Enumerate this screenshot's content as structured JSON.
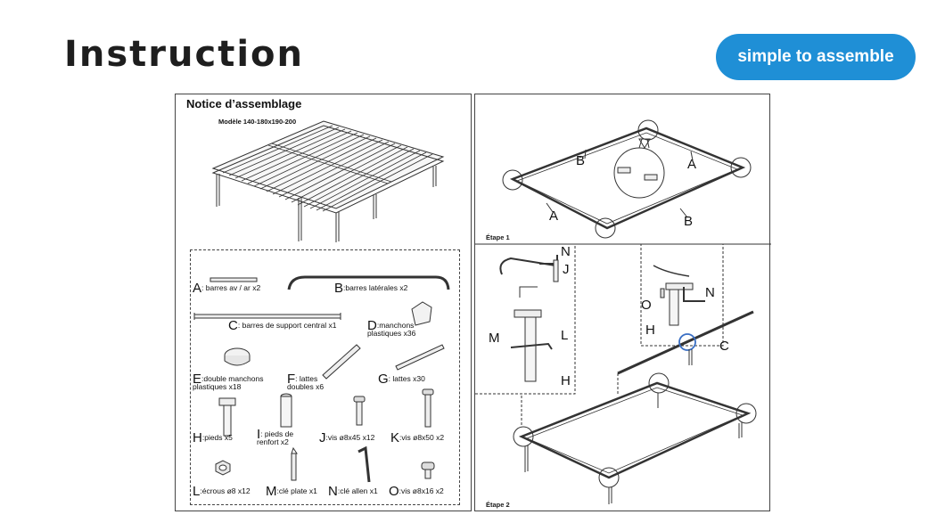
{
  "header": {
    "title": "Instruction",
    "badge": "simple to assemble"
  },
  "notice": {
    "title": "Notice d’assemblage",
    "model": "Modèle 140-180x190-200"
  },
  "parts": [
    {
      "letter": "A",
      "sep": ":",
      "desc": "barres av / ar x2"
    },
    {
      "letter": "B",
      "sep": ":",
      "desc": "barres latérales x2"
    },
    {
      "letter": "C",
      "sep": ":",
      "desc": "barres de support central x1"
    },
    {
      "letter": "D",
      "sep": ":",
      "desc": "manchons\nplastiques x36"
    },
    {
      "letter": "E",
      "sep": ":",
      "desc": "double manchons\nplastiques x18"
    },
    {
      "letter": "F",
      "sep": ":",
      "desc": "lattes\ndoubles x6"
    },
    {
      "letter": "G",
      "sep": ":",
      "desc": "lattes x30"
    },
    {
      "letter": "H",
      "sep": ":",
      "desc": "pieds x5"
    },
    {
      "letter": "I",
      "sep": ":",
      "desc": "pieds de\nrenfort x2"
    },
    {
      "letter": "J",
      "sep": ":",
      "desc": "vis ø8x45 x12"
    },
    {
      "letter": "K",
      "sep": ":",
      "desc": "vis ø8x50 x2"
    },
    {
      "letter": "L",
      "sep": ":",
      "desc": "écrous ø8 x12"
    },
    {
      "letter": "M",
      "sep": ":",
      "desc": "clé plate x1"
    },
    {
      "letter": "N",
      "sep": ":",
      "desc": "clé allen x1"
    },
    {
      "letter": "O",
      "sep": ":",
      "desc": "vis ø8x16 x2"
    }
  ],
  "steps": {
    "step1": "Étape 1",
    "step2": "Étape 2"
  },
  "callouts": {
    "step1": [
      "B",
      "A",
      "A",
      "B"
    ],
    "detail_left": [
      "N",
      "J",
      "M",
      "L",
      "H"
    ],
    "detail_right": [
      "O",
      "N",
      "H",
      "C"
    ]
  },
  "colors": {
    "accent": "#1f8fd6",
    "highlight_circle": "#3a6fc4"
  }
}
